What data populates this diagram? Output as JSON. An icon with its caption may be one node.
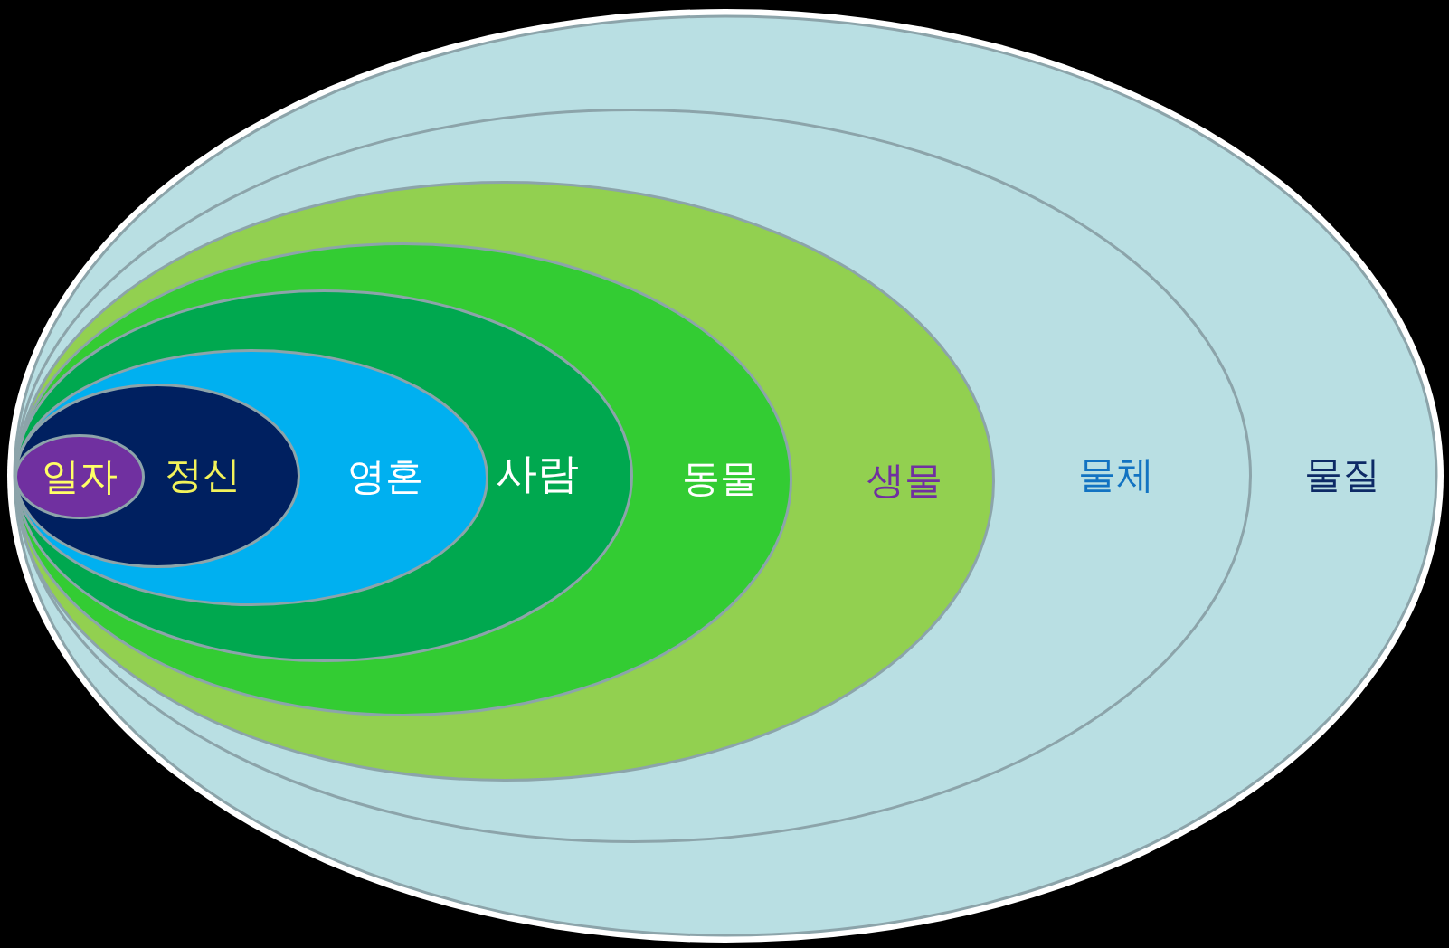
{
  "diagram": {
    "nodes": [
      {
        "text": [
          "물질"
        ]
      },
      {
        "text": [
          "물체"
        ],
        "in": 0
      },
      {
        "text": [
          "생물"
        ],
        "in": 1
      },
      {
        "text": [
          "동물"
        ],
        "in": 2
      },
      {
        "text": [
          "사람"
        ],
        "in": 3
      },
      {
        "text": [
          "영혼"
        ],
        "in": 4
      },
      {
        "text": [
          "정신"
        ],
        "in": 5
      },
      {
        "text": [
          "일자"
        ],
        "in": 6
      }
    ]
  }
}
